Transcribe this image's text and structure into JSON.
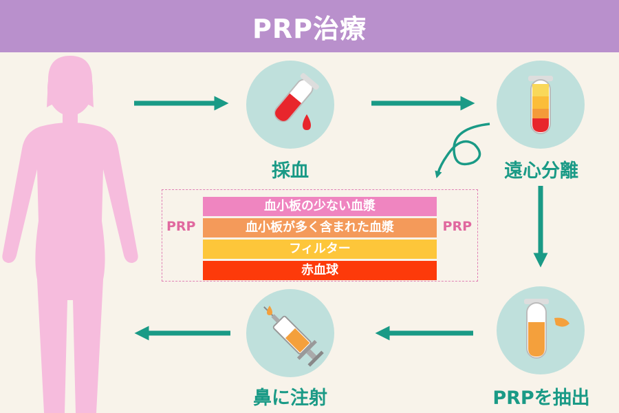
{
  "header": {
    "title": "PRP治療"
  },
  "steps": [
    {
      "label": "採血",
      "icon": "blood-tube-icon"
    },
    {
      "label": "遠心分離",
      "icon": "separated-tube-icon"
    },
    {
      "label": "PRPを抽出",
      "icon": "prp-tube-icon"
    },
    {
      "label": "鼻に注射",
      "icon": "syringe-icon"
    }
  ],
  "layers": {
    "items": [
      "血小板の少ない血漿",
      "血小板が多く含まれた血漿",
      "フィルター",
      "赤血球"
    ],
    "prp_left": "PRP",
    "prp_right": "PRP"
  },
  "colors": {
    "header": "#b990cc",
    "accent": "#1a9a86",
    "circle": "#bfe0dc",
    "silhouette": "#f6bcdd",
    "blood": "#e8262c",
    "prp": "#f4a03c"
  }
}
